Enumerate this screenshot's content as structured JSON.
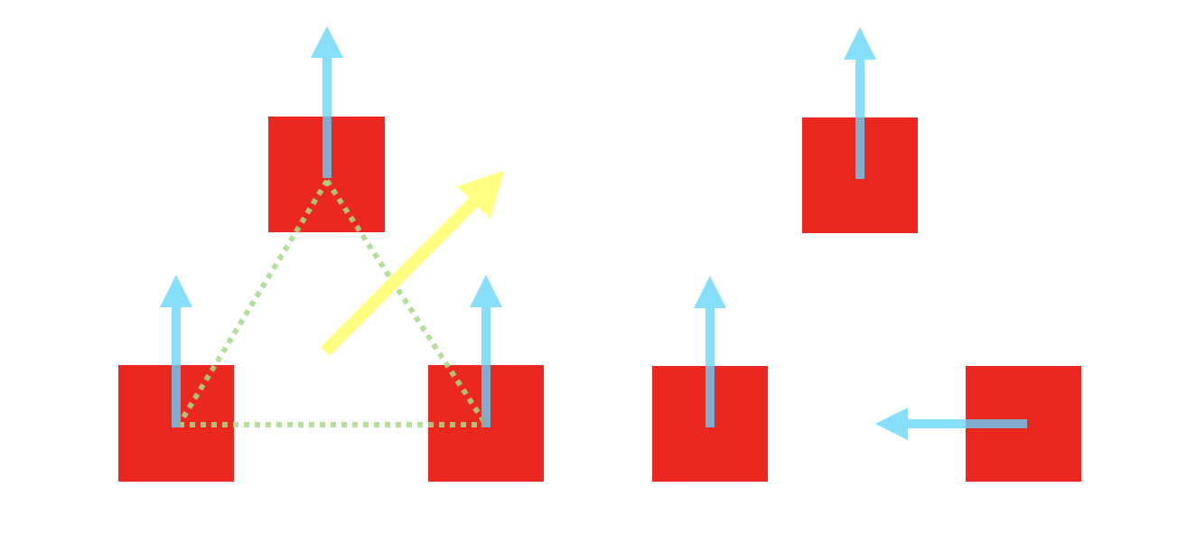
{
  "diagram": {
    "background_color": "#ffffff",
    "body_color": "#EA2820",
    "vector_color": "#87DEFB",
    "net_vector_color": "#FFFF80",
    "formation_link_color": "#A6D98A",
    "left_group": {
      "bodies": [
        {
          "name": "left-top-block",
          "vector_direction": "up"
        },
        {
          "name": "left-bottom-left-block",
          "vector_direction": "up"
        },
        {
          "name": "left-bottom-right-block",
          "vector_direction": "up"
        }
      ],
      "formation": "triangle",
      "net_vector_direction": "up-right"
    },
    "right_group": {
      "bodies": [
        {
          "name": "right-top-block",
          "vector_direction": "up"
        },
        {
          "name": "right-bottom-left-block",
          "vector_direction": "up"
        },
        {
          "name": "right-bottom-right-block",
          "vector_direction": "left"
        }
      ]
    }
  }
}
